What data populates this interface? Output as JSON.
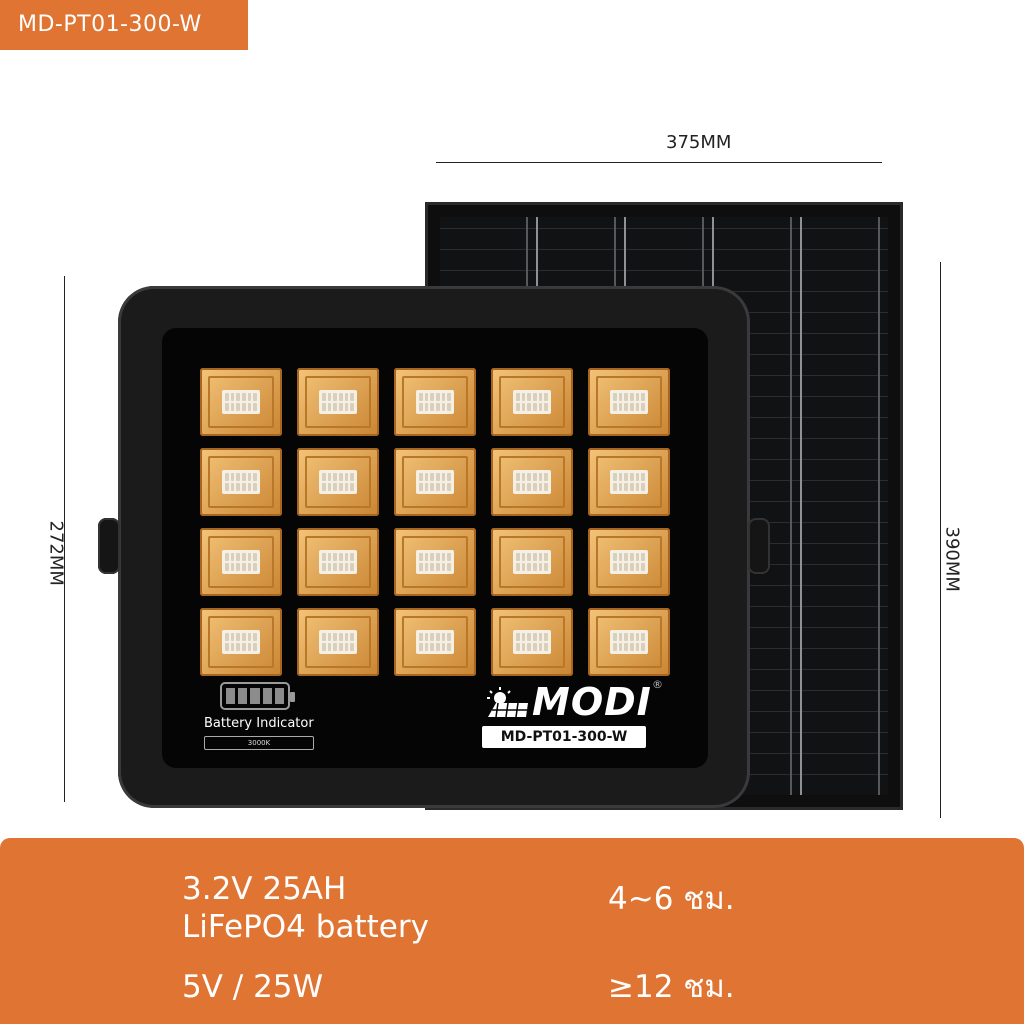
{
  "model_tag": "MD-PT01-300-W",
  "dimensions": {
    "width": "375MM",
    "lamp_height": "272MM",
    "panel_height": "390MM"
  },
  "lamp": {
    "brand": "MODI",
    "registered": "®",
    "model_plate": "MD-PT01-300-W",
    "battery_indicator_label": "Battery Indicator",
    "color_temp": "3000K",
    "led_count": 20
  },
  "specs": {
    "battery_line1": "3.2V 25AH",
    "battery_line2": "LiFePO4 battery",
    "power": "5V / 25W",
    "charge_time": "4~6 ชม.",
    "run_time": "≥12 ชม."
  },
  "colors": {
    "accent": "#e07432",
    "led": "#e0a050"
  }
}
